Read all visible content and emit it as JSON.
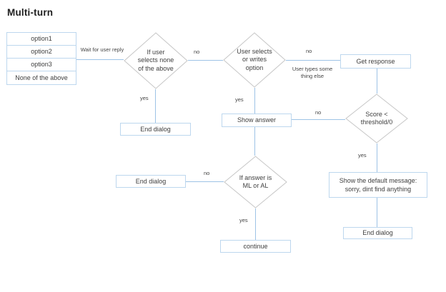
{
  "title": "Multi-turn",
  "colors": {
    "connector": "#9dc3e6",
    "box_border": "#bdd7ee",
    "diamond_border": "#c6c6c6",
    "text": "#3f3f3f"
  },
  "options_table": [
    "option1",
    "option2",
    "option3",
    "None of the above"
  ],
  "nodes": {
    "decision_none_selected": "If user\nselects none\nof the above",
    "decision_user_selects": "User selects\nor writes\noption",
    "get_response": "Get response",
    "decision_score": "Score <\nthreshold/0",
    "show_answer": "Show answer",
    "end_dialog_1": "End dialog",
    "decision_answer_ml": "If answer is\nML or AL",
    "end_dialog_2": "End dialog",
    "continue": "continue",
    "default_message": "Show the default message:\nsorry, dint find anything",
    "end_dialog_3": "End dialog"
  },
  "labels": {
    "wait_for_user_reply": "Wait for user reply",
    "no_1": "no",
    "yes_1": "yes",
    "no_2": "no",
    "user_types_else": "User types some\nthing else",
    "yes_2": "yes",
    "no_3": "no",
    "yes_3": "yes",
    "no_4": "no",
    "yes_4": "yes"
  }
}
